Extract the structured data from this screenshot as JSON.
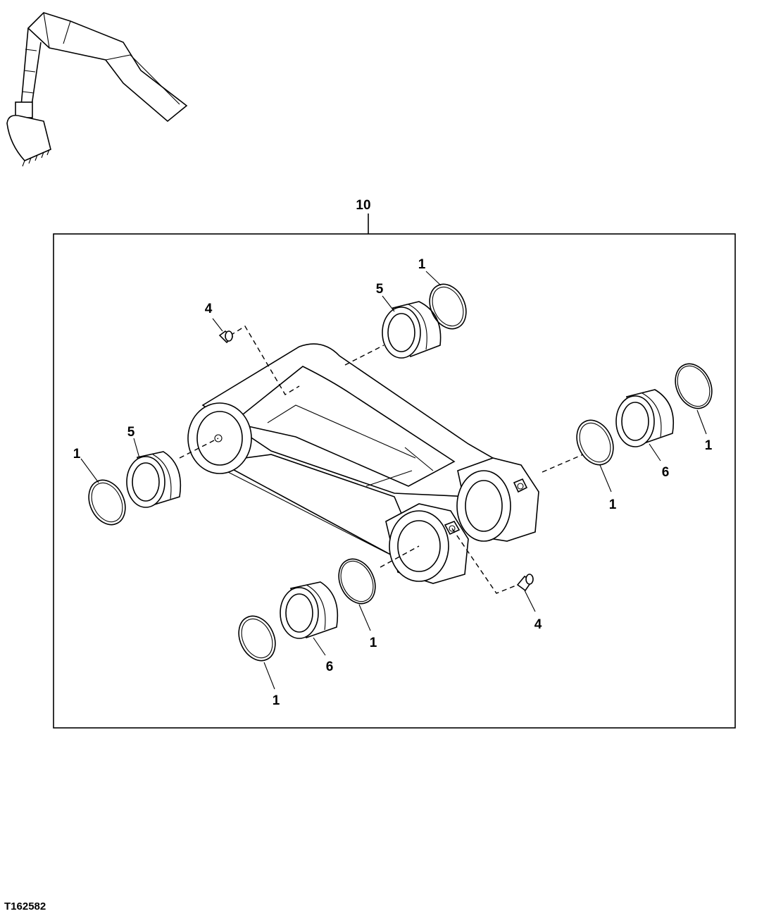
{
  "figure_id": "T162582",
  "callouts": {
    "assembly": "10",
    "seal_ring": "1",
    "grease_fitting": "4",
    "bushing_upper": "5",
    "bushing_lower": "6"
  }
}
